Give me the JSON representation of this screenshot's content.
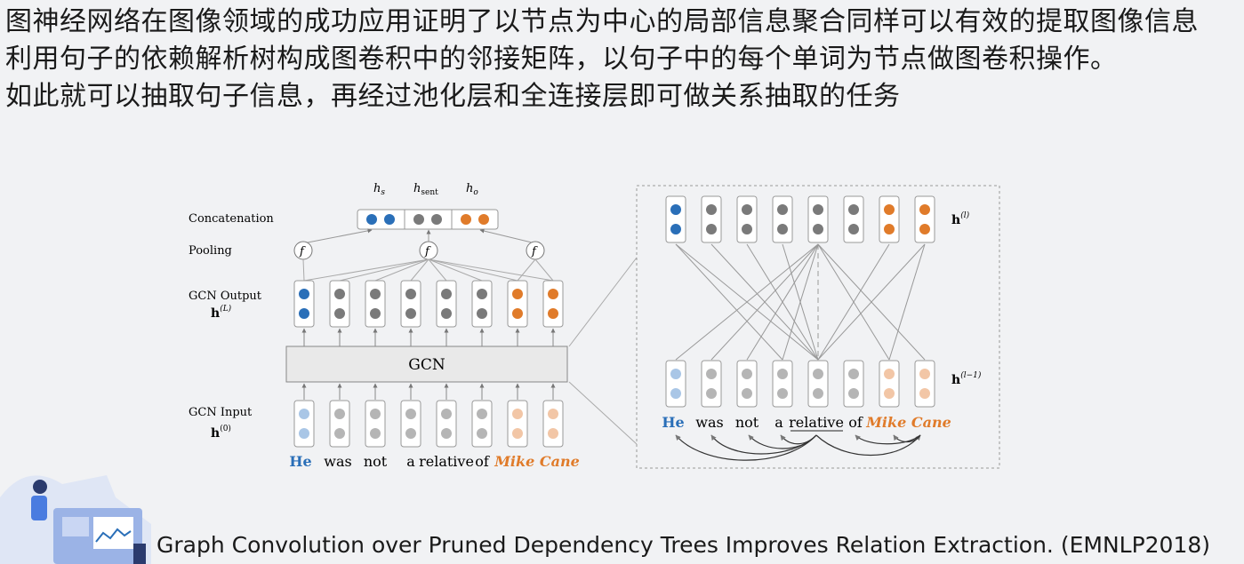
{
  "slide": {
    "bullets": [
      "图神经网络在图像领域的成功应用证明了以节点为中心的局部信息聚合同样可以有效的提取图像信息",
      "利用句子的依赖解析树构成图卷积中的邻接矩阵，以句子中的每个单词为节点做图卷积操作。",
      "如此就可以抽取句子信息，再经过池化层和全连接层即可做关系抽取的任务"
    ],
    "citation": "Graph Convolution over Pruned Dependency Trees Improves Relation Extraction. (EMNLP2018)"
  },
  "left_diagram": {
    "labels": {
      "concatenation": "Concatenation",
      "pooling": "Pooling",
      "gcn_output": "GCN Output",
      "gcn_output_sym": "h(L)",
      "gcn": "GCN",
      "gcn_input": "GCN Input",
      "gcn_input_sym": "h(0)"
    },
    "concat_heads": [
      "h_s",
      "h_sent",
      "h_o"
    ],
    "pool_symbol": "f",
    "words": [
      "He",
      "was",
      "not",
      "a",
      "relative",
      "of",
      "Mike Cane"
    ]
  },
  "right_diagram": {
    "top_label": "h(l)",
    "bottom_label": "h(l−1)",
    "words": [
      "He",
      "was",
      "not",
      "a",
      "relative",
      "of",
      "Mike Cane"
    ]
  },
  "colors": {
    "subject": "#2a6fb8",
    "object": "#e07b2a",
    "neutral": "#7a7a7a",
    "subject_light": "#a9c6e6",
    "object_light": "#f2c6a6",
    "neutral_light": "#b5b5b5"
  }
}
